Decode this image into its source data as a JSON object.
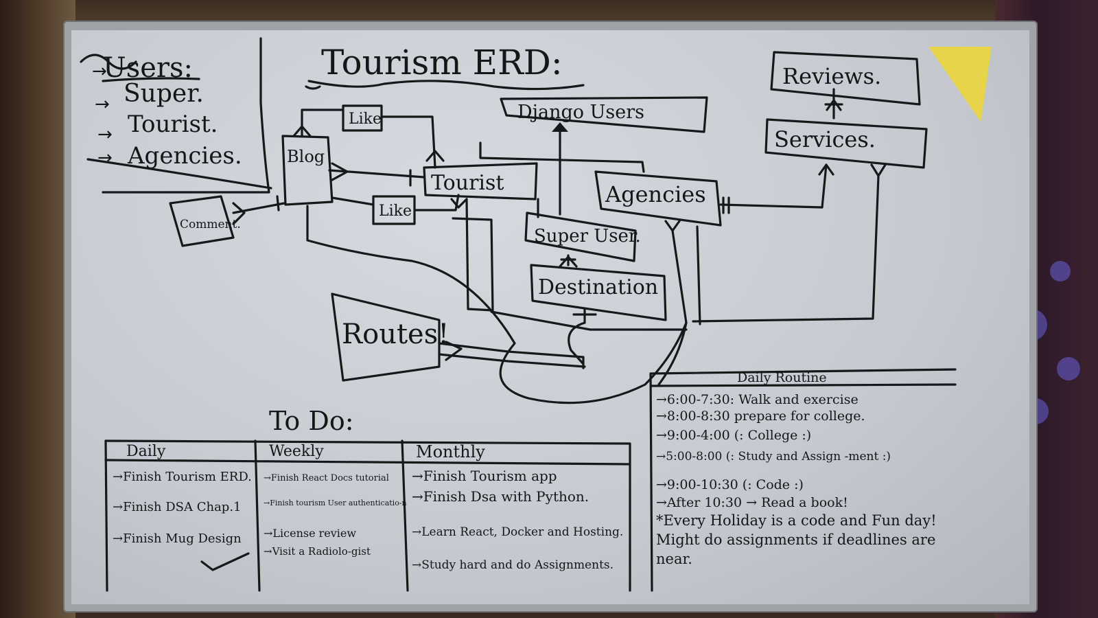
{
  "users_box": {
    "title": "Users:",
    "items": [
      "Super.",
      "Tourist.",
      "Agencies."
    ]
  },
  "erd": {
    "title": "Tourism ERD:",
    "entities": {
      "reviews": "Reviews.",
      "django_users": "Django Users",
      "services": "Services.",
      "like_top": "Like",
      "blog": "Blog",
      "tourist": "Tourist",
      "agencies": "Agencies",
      "comment": "Comment.",
      "like_bottom": "Like",
      "super_user": "Super User.",
      "destination": "Destination",
      "routes": "Routes!"
    }
  },
  "todo": {
    "title": "To Do:",
    "columns": [
      {
        "header": "Daily",
        "items": [
          "→Finish Tourism ERD.",
          "→Finish DSA Chap.1",
          "→Finish Mug Design"
        ]
      },
      {
        "header": "Weekly",
        "items": [
          "→Finish React Docs tutorial",
          "→Finish tourism User authenticatio-n",
          "→License review",
          "→Visit a Radiolo-gist"
        ]
      },
      {
        "header": "Monthly",
        "items": [
          "→Finish Tourism app",
          "→Finish Dsa with Python.",
          "→Learn React, Docker and Hosting.",
          "→Study hard and do Assignments."
        ]
      }
    ]
  },
  "routine": {
    "title": "Daily Routine",
    "items": [
      "→6:00-7:30: Walk and exercise",
      "→8:00-8:30 prepare for college.",
      "→9:00-4:00 (: College :)",
      "→5:00-8:00 (: Study and Assign -ment :)",
      "→9:00-10:30 (: Code :)",
      "→After 10:30 → Read a book!"
    ],
    "note": "*Every Holiday is a code and Fun day! Might do assignments if deadlines are near."
  },
  "colors": {
    "board": "#c7ccd3",
    "frame": "#9ea3a8",
    "ink": "#16181a",
    "sticky": "#e7d449"
  }
}
